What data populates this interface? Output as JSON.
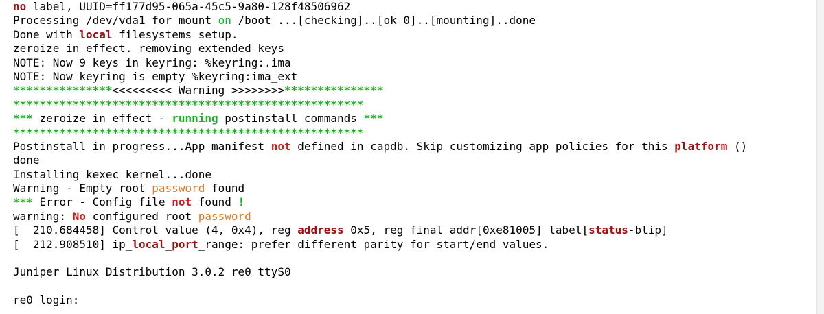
{
  "terminal": {
    "lines": [
      [
        {
          "t": "no",
          "c": "kw"
        },
        {
          "t": " label, UUID=ff177d95-065a-45c5-9a80-128f48506962",
          "c": ""
        }
      ],
      [
        {
          "t": "Processing /dev/vda1 for mount ",
          "c": ""
        },
        {
          "t": "on",
          "c": "ok"
        },
        {
          "t": " /boot ...[checking]..[ok 0]..[mounting]..done",
          "c": ""
        }
      ],
      [
        {
          "t": "Done with ",
          "c": ""
        },
        {
          "t": "local",
          "c": "kw"
        },
        {
          "t": " filesystems setup.",
          "c": ""
        }
      ],
      [
        {
          "t": "zeroize in effect. removing extended keys",
          "c": ""
        }
      ],
      [
        {
          "t": "NOTE: Now 9 keys in keyring: %keyring:.ima",
          "c": ""
        }
      ],
      [
        {
          "t": "NOTE: Now keyring is empty %keyring:ima_ext",
          "c": ""
        }
      ],
      [
        {
          "t": "***************",
          "c": "okb"
        },
        {
          "t": "<<<<<<<<< Warning >>>>>>>>",
          "c": ""
        },
        {
          "t": "***************",
          "c": "okb"
        }
      ],
      [
        {
          "t": "*****************************************************",
          "c": "okb"
        }
      ],
      [
        {
          "t": "***",
          "c": "okb"
        },
        {
          "t": " zeroize in effect - ",
          "c": ""
        },
        {
          "t": "running",
          "c": "okb"
        },
        {
          "t": " postinstall commands ",
          "c": ""
        },
        {
          "t": "***",
          "c": "okb"
        }
      ],
      [
        {
          "t": "*****************************************************",
          "c": "okb"
        }
      ],
      [
        {
          "t": "Postinstall in progress...App manifest ",
          "c": ""
        },
        {
          "t": "not",
          "c": "err"
        },
        {
          "t": " defined in capdb. Skip customizing app policies for this ",
          "c": ""
        },
        {
          "t": "platform",
          "c": "kw"
        },
        {
          "t": " ()",
          "c": ""
        }
      ],
      [
        {
          "t": "done",
          "c": ""
        }
      ],
      [
        {
          "t": "Installing kexec kernel...done",
          "c": ""
        }
      ],
      [
        {
          "t": "Warning - Empty root ",
          "c": ""
        },
        {
          "t": "password",
          "c": "pw"
        },
        {
          "t": " found",
          "c": ""
        }
      ],
      [
        {
          "t": "***",
          "c": "okb"
        },
        {
          "t": " Error - Config file ",
          "c": ""
        },
        {
          "t": "not",
          "c": "err"
        },
        {
          "t": " found ",
          "c": ""
        },
        {
          "t": "!",
          "c": "okb"
        }
      ],
      [
        {
          "t": "warning: ",
          "c": ""
        },
        {
          "t": "No",
          "c": "err"
        },
        {
          "t": " configured root ",
          "c": ""
        },
        {
          "t": "password",
          "c": "pw"
        }
      ],
      [
        {
          "t": "[  210.684458] Control value (4, 0x4), reg ",
          "c": ""
        },
        {
          "t": "address",
          "c": "kw"
        },
        {
          "t": " 0x5, reg final addr[0xe81005] label[",
          "c": ""
        },
        {
          "t": "status",
          "c": "kw"
        },
        {
          "t": "-blip]",
          "c": ""
        }
      ],
      [
        {
          "t": "[  212.908510] ip_",
          "c": ""
        },
        {
          "t": "local",
          "c": "kw"
        },
        {
          "t": "_",
          "c": ""
        },
        {
          "t": "port",
          "c": "kw"
        },
        {
          "t": "_range: prefer different parity for start/end values.",
          "c": ""
        }
      ],
      [
        {
          "t": "",
          "c": ""
        }
      ],
      [
        {
          "t": "Juniper Linux Distribution 3.0.2 re0 ttyS0",
          "c": ""
        }
      ],
      [
        {
          "t": "",
          "c": ""
        }
      ],
      [
        {
          "t": "re0 login:",
          "c": ""
        }
      ]
    ]
  }
}
